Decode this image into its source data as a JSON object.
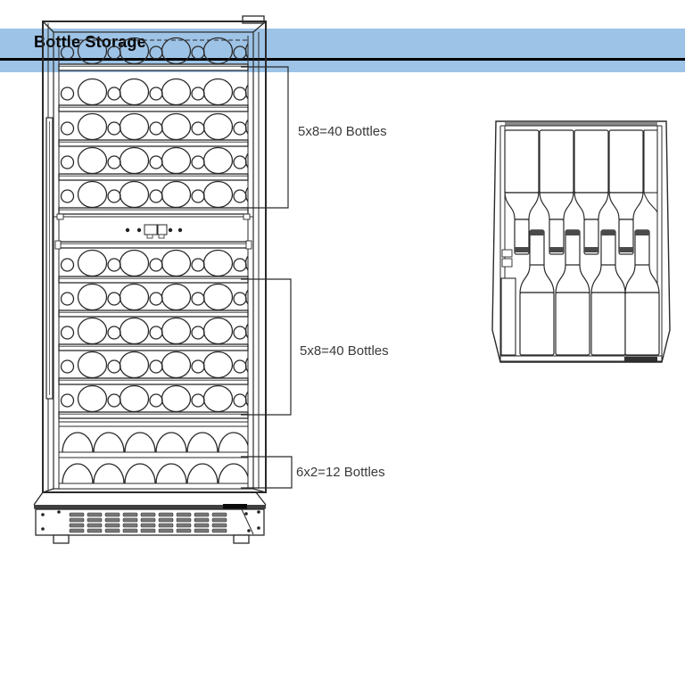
{
  "header": {
    "title": "Bottle Storage",
    "band_color": "#9dc3e6",
    "rule_color": "#000000",
    "text_color": "#000000"
  },
  "diagram": {
    "line_color": "#2a2a2a",
    "label_color": "#3a3a3a",
    "front_view": {
      "upper_zone_label": "5x8=40 Bottles",
      "lower_zone_label": "5x8=40 Bottles",
      "bottom_zone_label": "6x2=12 Bottles",
      "upper_shelves": 5,
      "lower_shelves": 5,
      "bottles_per_shelf": 8,
      "bottom_rows": 2,
      "bottles_per_bottom_row": 6
    },
    "shelf_detail": {
      "bottles_neck_toward_back": 4,
      "bottles_neck_toward_front": 4
    }
  }
}
